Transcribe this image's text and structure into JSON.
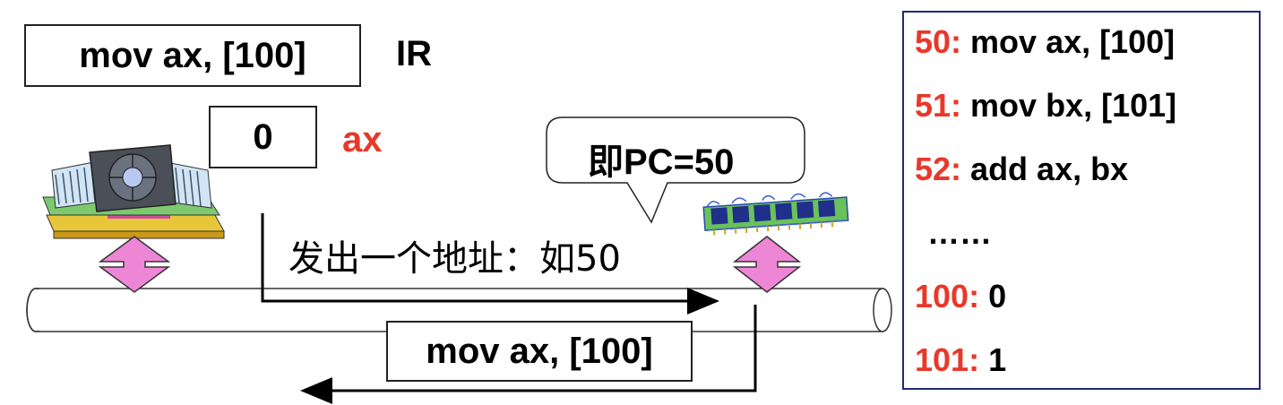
{
  "ir": {
    "content": "mov ax, [100]",
    "label": "IR"
  },
  "register": {
    "value": "0",
    "label": "ax"
  },
  "callout": {
    "text": "即PC=50"
  },
  "bus": {
    "address_text": "发出一个地址：如50",
    "returned_instruction": "mov ax, [100]"
  },
  "memory": {
    "rows": [
      {
        "addr": "50:",
        "value": "mov ax, [100]"
      },
      {
        "addr": "51:",
        "value": "mov bx, [101]"
      },
      {
        "addr": "52:",
        "value": "add ax, bx"
      },
      {
        "addr": "",
        "value": "……"
      },
      {
        "addr": "100:",
        "value": "0"
      },
      {
        "addr": "101:",
        "value": "1"
      }
    ]
  },
  "colors": {
    "accent": "#e8382a",
    "arrow_pink": "#ee86d6",
    "panel_border": "#1f2a7a",
    "chip_green": "#2f9a3a",
    "chip_blue": "#3a5cd8"
  },
  "icons": {
    "cpu": "cpu-with-heatsink-icon",
    "memory": "memory-module-icon"
  }
}
